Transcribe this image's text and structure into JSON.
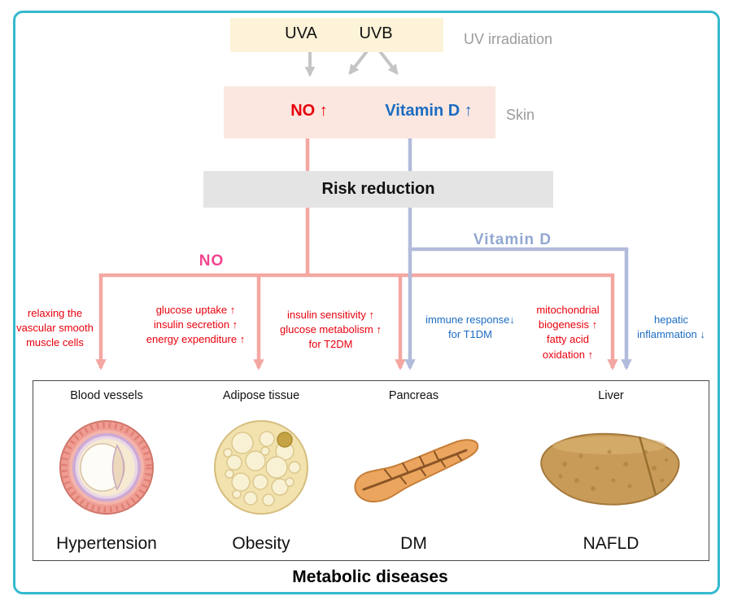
{
  "palette": {
    "border_teal": "#35b9ce",
    "uv_box_bg": "#fcf3d8",
    "skin_box_bg": "#fbe7df",
    "risk_box_bg": "#e4e4e4",
    "no_red": "#e8000d",
    "vitamin_d_blue": "#1c6cc2",
    "gray_label": "#9b9b9b",
    "gray_arrow": "#c5c5c5",
    "pink_line": "#f4a7a2",
    "blue_line": "#b2bbdb",
    "no_pathway_pink": "#f2448f",
    "vitamin_d_pathway_blue": "#92a8d0"
  },
  "uv_source": {
    "uva": "UVA",
    "uvb": "UVB",
    "caption": "UV irradiation"
  },
  "skin": {
    "no": "NO ↑",
    "vitamin_d": "Vitamin D ↑",
    "caption": "Skin"
  },
  "risk_reduction_label": "Risk reduction",
  "pathways": {
    "no_label": "NO",
    "vitamin_d_label": "Vitamin D"
  },
  "annotations": [
    {
      "text": "relaxing the\nvascular smooth\nmuscle cells",
      "color": "#e8000d"
    },
    {
      "text": "glucose uptake ↑\ninsulin secretion ↑\nenergy expenditure ↑",
      "color": "#e8000d"
    },
    {
      "text": "insulin sensitivity ↑\nglucose metabolism ↑\nfor T2DM",
      "color": "#e8000d"
    },
    {
      "text": "immune response↓\nfor T1DM",
      "color": "#1c6cc2"
    },
    {
      "text": "mitochondrial\nbiogenesis ↑\nfatty acid\noxidation ↑",
      "color": "#e8000d"
    },
    {
      "text": "hepatic\ninflammation ↓",
      "color": "#1c6cc2"
    }
  ],
  "organs": [
    {
      "label": "Blood vessels",
      "disease": "Hypertension"
    },
    {
      "label": "Adipose tissue",
      "disease": "Obesity"
    },
    {
      "label": "Pancreas",
      "disease": "DM"
    },
    {
      "label": "Liver",
      "disease": "NAFLD"
    }
  ],
  "footer_label": "Metabolic diseases"
}
